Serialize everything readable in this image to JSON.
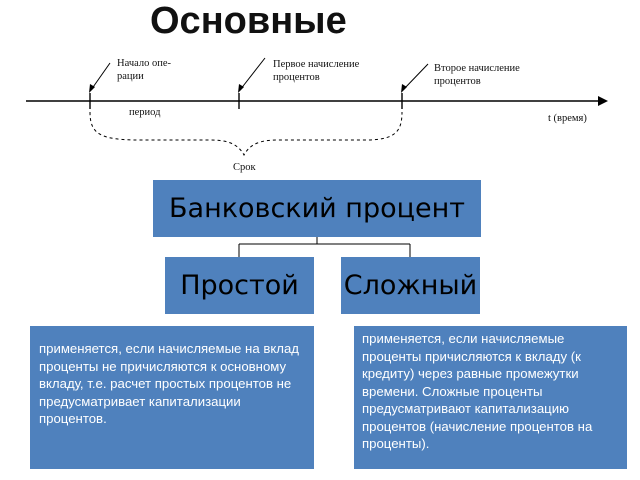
{
  "title": "Основные",
  "timeline": {
    "start_label_line1": "Начало опе-",
    "start_label_line2": "рации",
    "first_label_line1": "Первое начисление",
    "first_label_line2": "процентов",
    "second_label_line1": "Второе начисление",
    "second_label_line2": "процентов",
    "period_label": "период",
    "axis_label": "t (время)",
    "term_label": "Срок"
  },
  "diagram": {
    "root": "Банковский процент",
    "simple": "Простой",
    "compound": "Сложный",
    "simple_desc": "применяется, если начисляемые на вклад проценты не причисляются к основному вкладу, т.е. расчет простых процентов не предусматривает капитализации процентов.",
    "compound_desc": "применяется, если начисляемые проценты причисляются к вкладу (к кредиту) через равные промежутки времени. Сложные проценты предусматривают капитализацию процентов (начисление процентов на проценты)."
  },
  "colors": {
    "box_fill": "#4f81bd",
    "line": "#000000"
  }
}
